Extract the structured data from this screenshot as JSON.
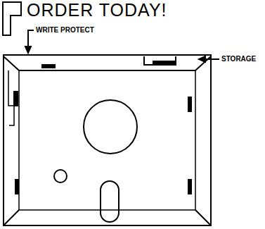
{
  "diagram": {
    "title": "ORDER TODAY!",
    "labels": [
      "WRITE PROTECT",
      "STORAGE"
    ]
  }
}
